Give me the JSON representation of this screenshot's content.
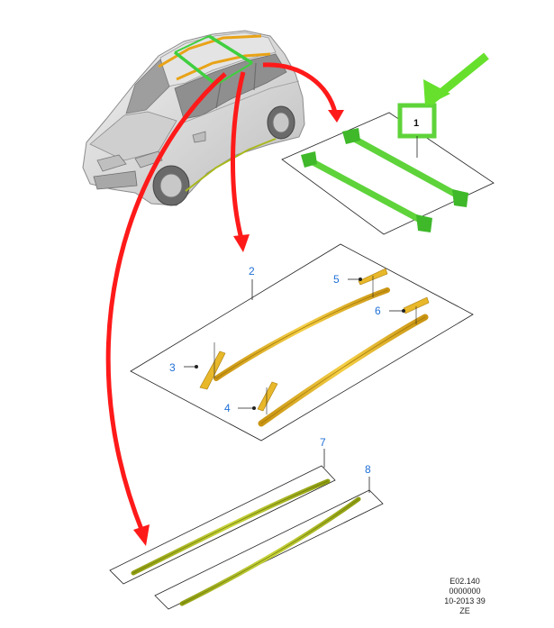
{
  "callouts": [
    {
      "id": "1",
      "label": "1"
    },
    {
      "id": "2",
      "label": "2"
    },
    {
      "id": "3",
      "label": "3"
    },
    {
      "id": "4",
      "label": "4"
    },
    {
      "id": "5",
      "label": "5"
    },
    {
      "id": "6",
      "label": "6"
    },
    {
      "id": "7",
      "label": "7"
    },
    {
      "id": "8",
      "label": "8"
    }
  ],
  "reference": {
    "line1": "E02.140",
    "line2": "0000000",
    "line3": "10-2013 39",
    "line4": "ZE"
  },
  "colors": {
    "arrow_red": "#ff1a1a",
    "pointer_green": "#66e02c",
    "crossbar_green": "#5ed33a",
    "rail_yellow": "#e8b82a",
    "trim_olive": "#a9b81c",
    "callout_blue": "#1f6fd6",
    "car_body": "#d9d9d9"
  },
  "icons": {
    "highlight_pointer": "pointer-arrow-icon"
  }
}
